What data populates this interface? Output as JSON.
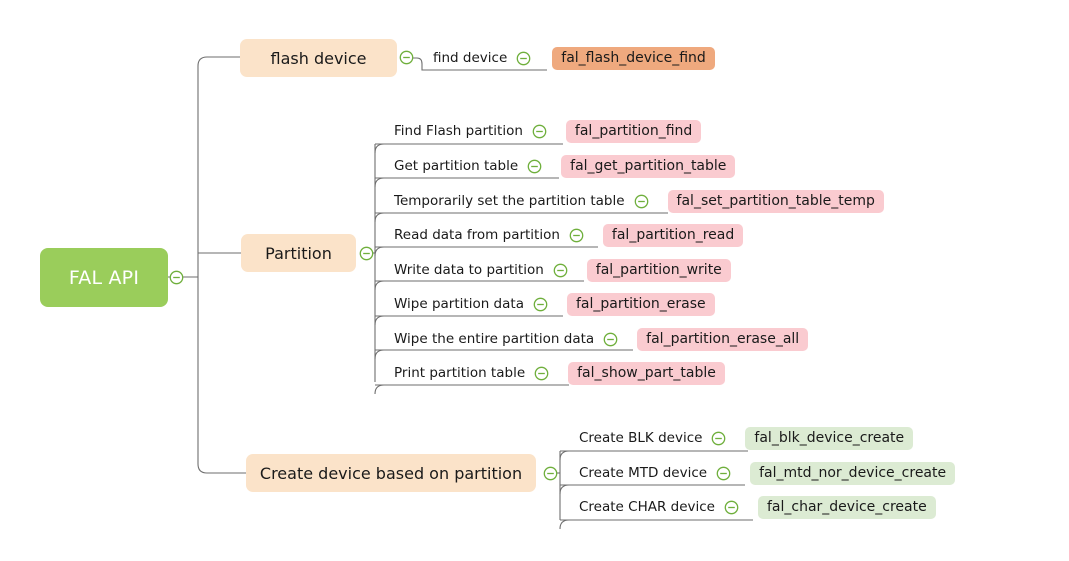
{
  "diagram": {
    "title": "FAL API",
    "type": "mindmap",
    "colors": {
      "root_fill": "#9ACD5B",
      "root_text": "#FFFFFF",
      "branch_fill": "#FBE3C9",
      "func_orange": "#EFA97E",
      "func_pink": "#FACBD0",
      "func_green": "#DCEBD3",
      "connector": "#6E6E6E",
      "toggle_stroke": "#6FAF3C",
      "background": "#FFFFFF"
    },
    "toggle_icon": "minus-circle-icon"
  },
  "root": {
    "label": "FAL API"
  },
  "branches": [
    {
      "label": "flash device",
      "leaves": [
        {
          "desc": "find device",
          "func": "fal_flash_device_find",
          "style": "func-orange"
        }
      ]
    },
    {
      "label": "Partition",
      "leaves": [
        {
          "desc": "Find Flash partition",
          "func": "fal_partition_find",
          "style": "func-pink"
        },
        {
          "desc": "Get partition table",
          "func": "fal_get_partition_table",
          "style": "func-pink"
        },
        {
          "desc": "Temporarily set the partition table",
          "func": "fal_set_partition_table_temp",
          "style": "func-pink"
        },
        {
          "desc": "Read data from partition",
          "func": "fal_partition_read",
          "style": "func-pink"
        },
        {
          "desc": "Write data to partition",
          "func": "fal_partition_write",
          "style": "func-pink"
        },
        {
          "desc": "Wipe partition data",
          "func": "fal_partition_erase",
          "style": "func-pink"
        },
        {
          "desc": "Wipe the entire partition data",
          "func": "fal_partition_erase_all",
          "style": "func-pink"
        },
        {
          "desc": "Print partition table",
          "func": "fal_show_part_table",
          "style": "func-pink"
        }
      ]
    },
    {
      "label": "Create device based on partition",
      "leaves": [
        {
          "desc": "Create BLK device",
          "func": "fal_blk_device_create",
          "style": "func-green"
        },
        {
          "desc": "Create MTD device",
          "func": "fal_mtd_nor_device_create",
          "style": "func-green"
        },
        {
          "desc": "Create CHAR device",
          "func": "fal_char_device_create",
          "style": "func-green"
        }
      ]
    }
  ]
}
